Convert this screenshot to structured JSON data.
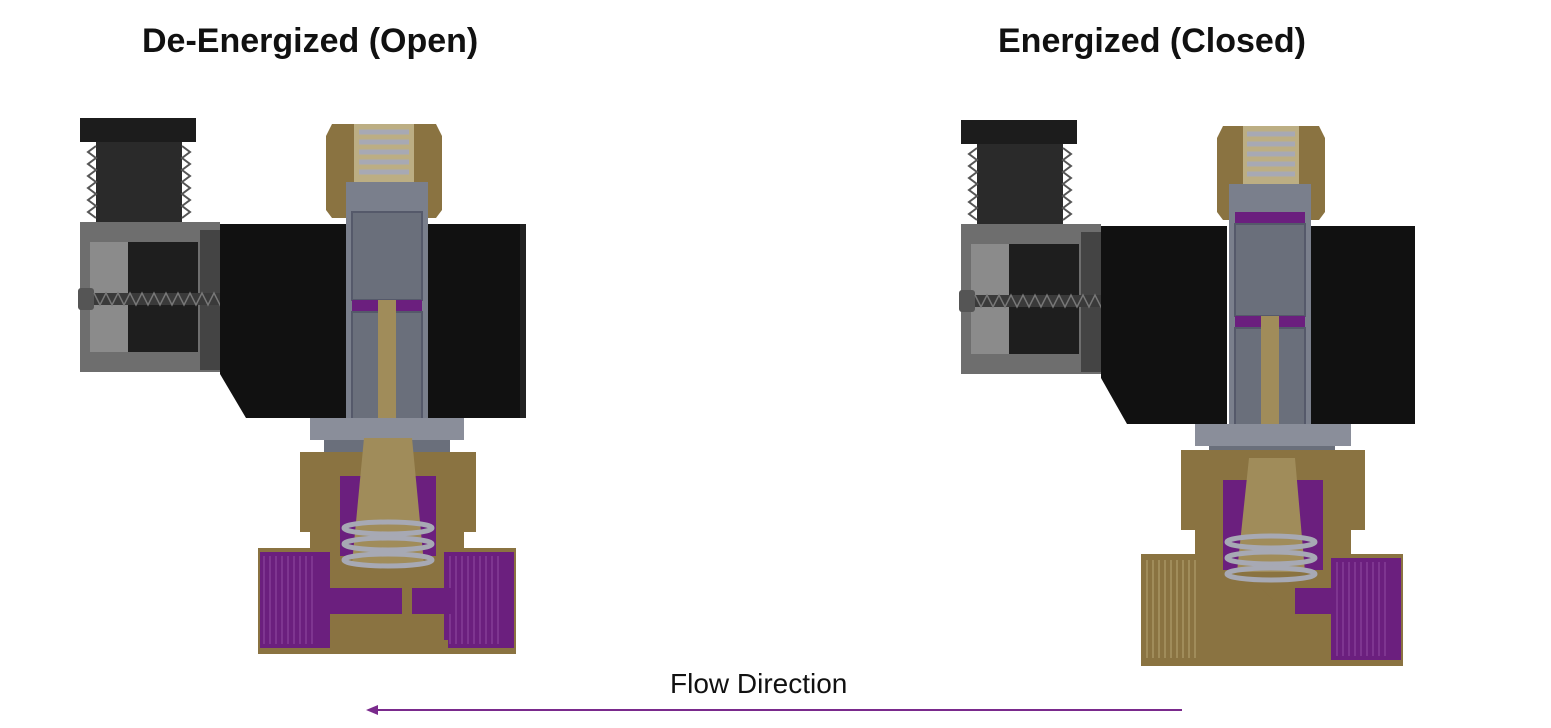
{
  "diagram": {
    "left_title": "De-Energized (Open)",
    "right_title": "Energized (Closed)",
    "flow_label": "Flow Direction"
  },
  "colors": {
    "brass": "#8a7341",
    "brass_dark": "#5e4d28",
    "purple": "#6b1f7e",
    "coil_black": "#111111",
    "connector_grey": "#6e6e6e",
    "steel": "#7a7f8c",
    "spring": "#a7a9b4",
    "arrow": "#7a2a8c"
  }
}
